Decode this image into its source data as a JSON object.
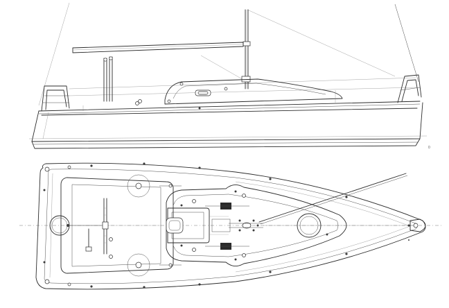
{
  "drawing": {
    "views": [
      "side-elevation",
      "deck-plan"
    ],
    "side_view_marker": "0",
    "colors": {
      "line": "#2b2b2b",
      "background": "#ffffff"
    }
  }
}
